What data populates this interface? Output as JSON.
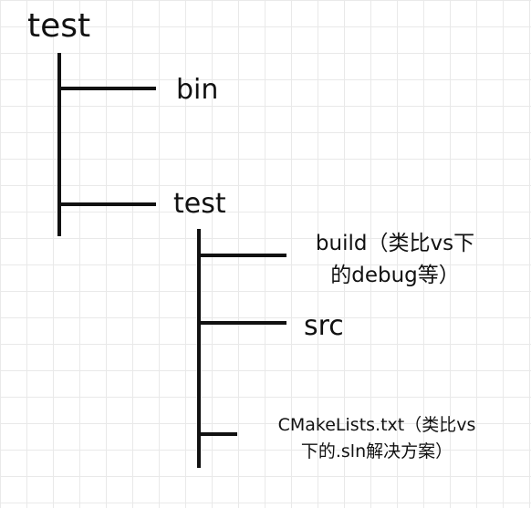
{
  "tree": {
    "root": "test",
    "bin": "bin",
    "test": "test",
    "build_line1": "build（类比vs下",
    "build_line2": "的debug等）",
    "src": "src",
    "cmake_line1": "CMakeLists.txt（类比vs",
    "cmake_line2": "下的.sln解决方案）"
  },
  "colors": {
    "line": "#111111",
    "grid": "#e9e9e9",
    "background": "#ffffff"
  }
}
